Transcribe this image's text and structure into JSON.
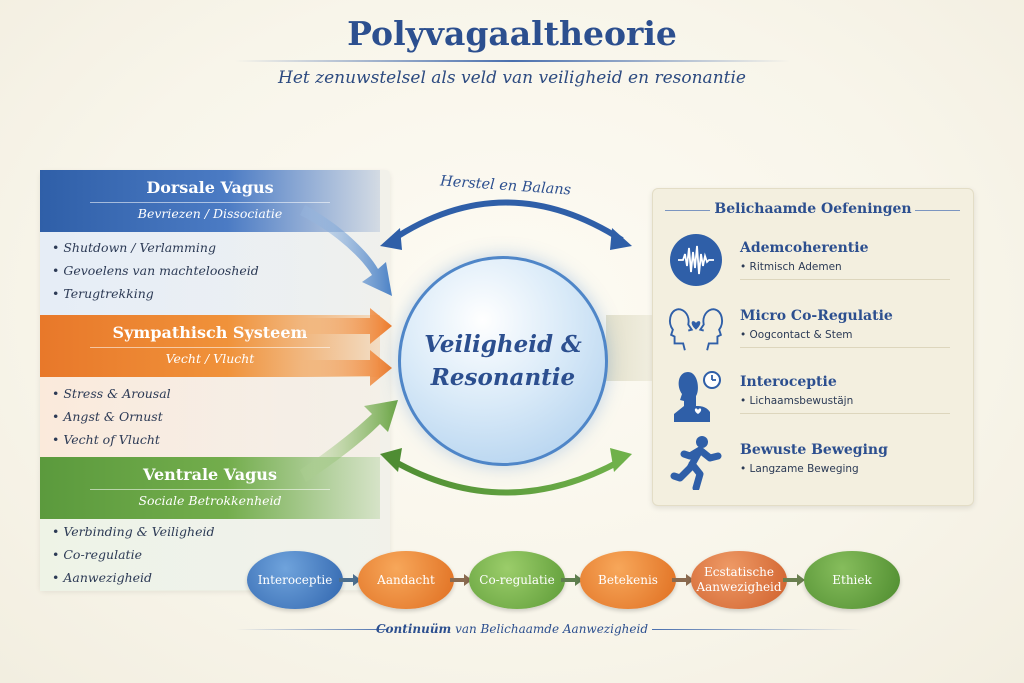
{
  "header": {
    "title": "Polyvagaaltheorie",
    "subtitle": "Het zenuwstelsel als veld van veiligheid en resonantie"
  },
  "systems": [
    {
      "title": "Dorsale Vagus",
      "subtitle": "Bevriezen / Dissociatie",
      "items": [
        "Shutdown / Verlamming",
        "Gevoelens van machteloosheid",
        "Terugtrekking"
      ],
      "color": "#2f5fa8"
    },
    {
      "title": "Sympathisch Systeem",
      "subtitle": "Vecht / Vlucht",
      "items": [
        "Stress & Arousal",
        "Angst & Ornust",
        "Vecht of Vlucht"
      ],
      "color": "#e8782a"
    },
    {
      "title": "Ventrale Vagus",
      "subtitle": "Sociale Betrokkenheid",
      "items": [
        "Verbinding & Veiligheid",
        "Co-regulatie",
        "Aanwezigheid"
      ],
      "color": "#5b9a3d"
    }
  ],
  "center": {
    "line1": "Veiligheid &",
    "line2": "Resonantie",
    "arc_label": "Herstel en Balans"
  },
  "exercises": {
    "title": "Belichaamde Oefeningen",
    "items": [
      {
        "name": "Ademcoherentie",
        "desc": "• Ritmisch Ademen",
        "icon": "breath-wave-icon"
      },
      {
        "name": "Micro Co-Regulatie",
        "desc": "• Oogcontact & Stem",
        "icon": "two-faces-heart-icon"
      },
      {
        "name": "Interoceptie",
        "desc": "• Lichaamsbewustäjn",
        "icon": "body-awareness-icon"
      },
      {
        "name": "Bewuste Beweging",
        "desc": "• Langzame Beweging",
        "icon": "walking-person-icon"
      }
    ]
  },
  "continuum": {
    "nodes": [
      {
        "label": "Interoceptie",
        "color": "#2f64ad"
      },
      {
        "label": "Aandacht",
        "color": "#df6d1f"
      },
      {
        "label": "Co-regulatie",
        "color": "#5c9a36"
      },
      {
        "label": "Betekenis",
        "color": "#df6d1f"
      },
      {
        "label": "Ecstatische Aanwezigheid",
        "color": "#cf5f2b"
      },
      {
        "label": "Ethiek",
        "color": "#4c8a2d"
      }
    ],
    "label_bold": "Continuüm",
    "label_rest": " van Belichaamde Aanwezigheid"
  }
}
